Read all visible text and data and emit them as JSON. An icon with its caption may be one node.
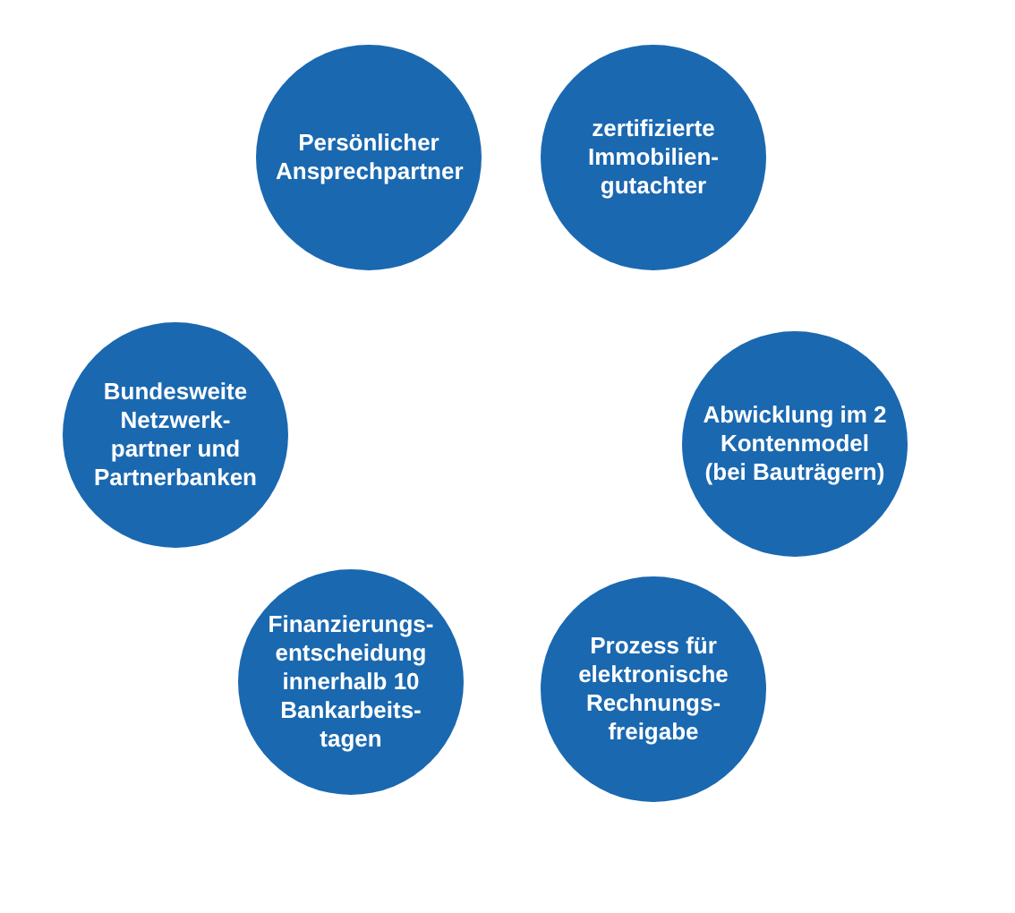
{
  "diagram": {
    "nodes": [
      {
        "text": [
          "Persönlicher Ansprechpartner"
        ]
      },
      {
        "text": [
          "zertifizierte Immobilien- gutachter"
        ]
      },
      {
        "text": [
          "Bundesweite Netzwerk- partner und Partnerbanken"
        ]
      },
      {
        "text": [
          "Abwicklung im 2 Kontenmodel (bei Bauträgern)"
        ]
      },
      {
        "text": [
          "Finanzierungs- entscheidung innerhalb 10 Bankarbeits- tagen"
        ]
      },
      {
        "text": [
          "Prozess für elektronische Rechnungs- freigabe"
        ]
      }
    ],
    "edges": []
  }
}
